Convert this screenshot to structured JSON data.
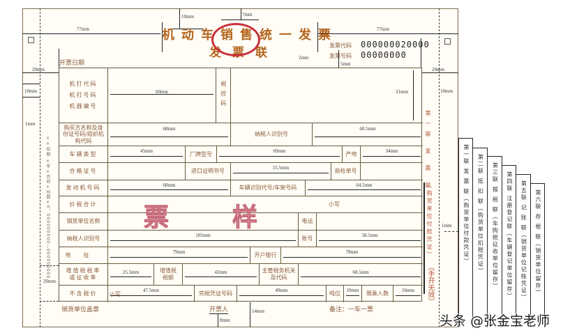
{
  "header": {
    "title": "机动车销售统一发票",
    "subtitle": "发票联",
    "invoice_code_label": "发票代码",
    "invoice_code": "000000020000",
    "invoice_no_label": "发票号码",
    "invoice_no": "00000000",
    "date_label": "开票日期"
  },
  "stamp_color": "#c9303c",
  "accent_color": "#b4651e",
  "print_note": "××印制 ×年×月印×份数×0，000000000—000000000",
  "dims": {
    "title_left": "77mm",
    "title_right": "77mm",
    "top_gap": "10mm",
    "stamp_gap": "7mm",
    "code_gap": "2mm",
    "code_bottom": "5mm",
    "left_margin": "20mm",
    "left_10": "10mm",
    "left_1": "1mm",
    "left_bottom": "20mm",
    "right_margin": "20mm",
    "right_10": "10mm",
    "right_1": "1mm",
    "row1_col": "60mm",
    "row1_height": "31mm",
    "buyer": "68mm",
    "buyer_tax": "60.5mm",
    "vtype": "45mm",
    "brand": "69mm",
    "origin": "34mm",
    "import": "55.5mm",
    "engine": "68mm",
    "vin": "64.5mm",
    "seller_tax": "105mm",
    "account": "58.5mm",
    "address": "79mm",
    "bank": "78mm",
    "vat_rate": "25.5mm",
    "vat": "42mm",
    "authority": "68.5mm",
    "price": "47.5mm",
    "duty_cert": "49mm",
    "tonnage": "10mm",
    "seats": "16mm",
    "bottom_14": "14mm",
    "bottom_8": "8mm"
  },
  "rows": {
    "machine_code": "机打代码",
    "machine_no": "机打号码",
    "machine_serial": "机器编号",
    "tax_control": "税控码",
    "buyer": "购买方名称及身份证号码/组织机构代码",
    "buyer_tax_id": "纳税人识别号",
    "vehicle_type": "车辆类型",
    "brand_model": "厂牌型号",
    "origin": "产地",
    "cert_no": "合格证号",
    "import_cert": "进口证明书号",
    "inspection_no": "商检单号",
    "engine_no": "发动机号码",
    "vin": "车辆识别代号/车架号码",
    "total": "价税合计",
    "lowercase": "小写",
    "sample_1": "票",
    "sample_2": "样",
    "seller_name": "销货单位名称",
    "phone": "电话",
    "seller_tax_id": "纳税人识别号",
    "account": "账号",
    "address": "地址",
    "bank": "开户银行",
    "vat_rate": "增值税税率或征收率",
    "vat_amount": "增值税税额",
    "tax_authority": "主管税务机关及代码",
    "price_ex_tax": "不含税价",
    "price_lowercase": "小写",
    "duty_cert": "完税凭证号码",
    "tonnage": "吨位",
    "seats": "限乘人数"
  },
  "footer": {
    "seller_stamp": "销货单位盖章",
    "issuer": "开票人",
    "remark": "备注：一车一票"
  },
  "side": {
    "copy": "第一联 发 票 联",
    "purpose": "（购货单位付款凭证）",
    "manual_invalid": "（手开无效）"
  },
  "copies": [
    {
      "label": "第一联 发 票 联（购货单位付款凭证）"
    },
    {
      "label": "第二联 抵 扣 联（购货单位扣税凭证）"
    },
    {
      "label": "第三联 报 税 联（车购税征收单位留存）"
    },
    {
      "label": "第四联 注册登记联（车辆登记单位留存）"
    },
    {
      "label": "第五联 记 账 联（销货单位记账凭证）"
    },
    {
      "label": "第六联 存 根 联（销货单位留存）"
    }
  ],
  "watermark": "头条 @张金宝老师"
}
